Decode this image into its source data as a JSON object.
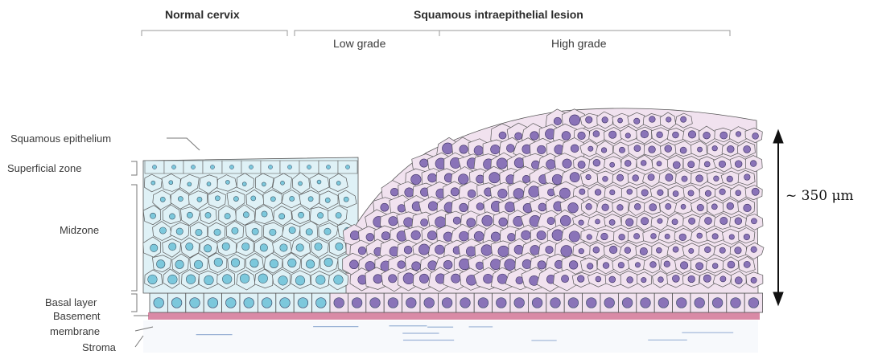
{
  "headers": {
    "normal": "Normal cervix",
    "sil": "Squamous intraepithelial lesion",
    "low": "Low grade",
    "high": "High grade"
  },
  "labels": {
    "squamous_epithelium": "Squamous epithelium",
    "superficial_zone": "Superficial zone",
    "midzone": "Midzone",
    "basal_layer": "Basal layer",
    "basement_membrane_1": "Basement",
    "basement_membrane_2": "membrane",
    "stroma": "Stroma"
  },
  "measurement": "~ 350 μm",
  "colors": {
    "normal_cell": "#dff1f6",
    "normal_nucleus": "#7cc8dc",
    "lesion_cell": "#f1e2ef",
    "lesion_nucleus": "#8a73b8",
    "basement": "#d98aa6",
    "stroma_line": "#9bb3d6",
    "outline": "#555555"
  }
}
